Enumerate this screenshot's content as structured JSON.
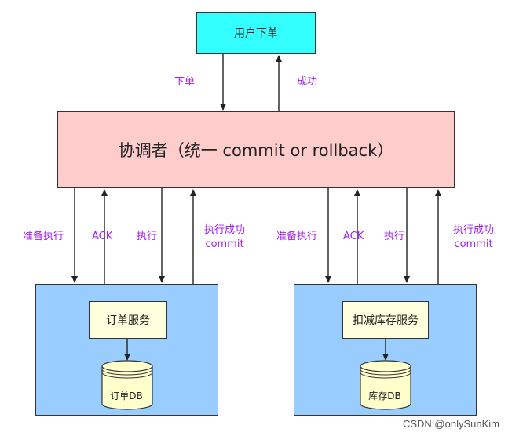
{
  "nodes": {
    "user": "用户下单",
    "coordinator": "协调者（统一 commit or rollback）",
    "order_service": "订单服务",
    "order_db": "订单DB",
    "stock_service": "扣减库存服务",
    "stock_db": "库存DB"
  },
  "edges": {
    "place_order": "下单",
    "success": "成功",
    "left": {
      "prepare": "准备执行",
      "ack": "ACK",
      "execute": "执行",
      "exec_success": "执行成功",
      "commit": "commit"
    },
    "right": {
      "prepare": "准备执行",
      "ack": "ACK",
      "execute": "执行",
      "exec_success": "执行成功",
      "commit": "commit"
    }
  },
  "watermark": "CSDN @onlySunKim",
  "colors": {
    "user_fill": "#33ffff",
    "coordinator_fill": "#ffcccc",
    "service_fill": "#99ccff",
    "inner_fill": "#ffffdd",
    "label_color": "#a020f0"
  }
}
